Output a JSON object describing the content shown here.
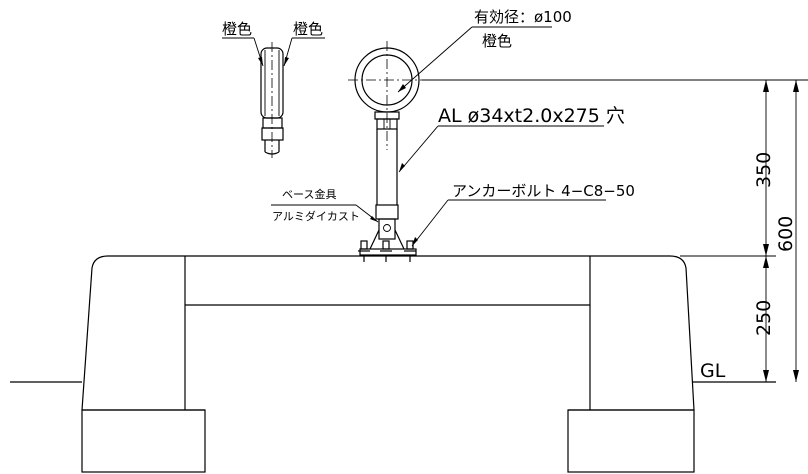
{
  "labels": {
    "color_left": "橙色",
    "color_right": "橙色",
    "effective_diameter": "有効径：ø100",
    "ring_color": "橙色",
    "pipe_spec": "AL ø34xt2.0x275 穴",
    "base_fitting": "ベース金具",
    "base_material": "アルミダイカスト",
    "anchor_bolt": "アンカーボルト 4−C8−50",
    "ground_level": "GL"
  },
  "dimensions": {
    "upper": "350",
    "lower": "250",
    "total": "600"
  }
}
